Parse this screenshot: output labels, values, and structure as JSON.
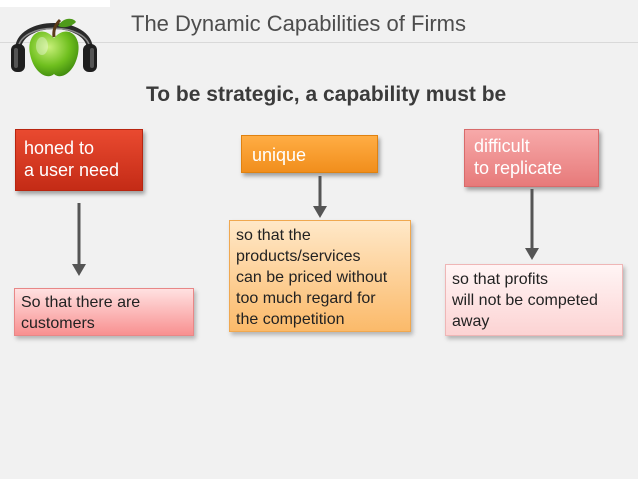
{
  "header": {
    "title": "The Dynamic Capabilities of Firms"
  },
  "logo": {
    "icon": "apple-headphones-logo"
  },
  "subtitle": "To be strategic, a capability must be",
  "boxes": [
    {
      "lines": [
        "honed to",
        "a user need"
      ],
      "color": "#d8391f"
    },
    {
      "lines": [
        "unique"
      ],
      "color": "#f99c2c"
    },
    {
      "lines": [
        "difficult",
        "to replicate"
      ],
      "color": "#ee8c8c"
    }
  ],
  "notes": [
    {
      "lines": [
        "So that there are",
        "customers"
      ]
    },
    {
      "lines": [
        "so that the",
        "products/services",
        "can be priced without",
        "too much regard for",
        "the competition"
      ]
    },
    {
      "lines": [
        "so that profits",
        "will not be competed",
        "away"
      ]
    }
  ]
}
